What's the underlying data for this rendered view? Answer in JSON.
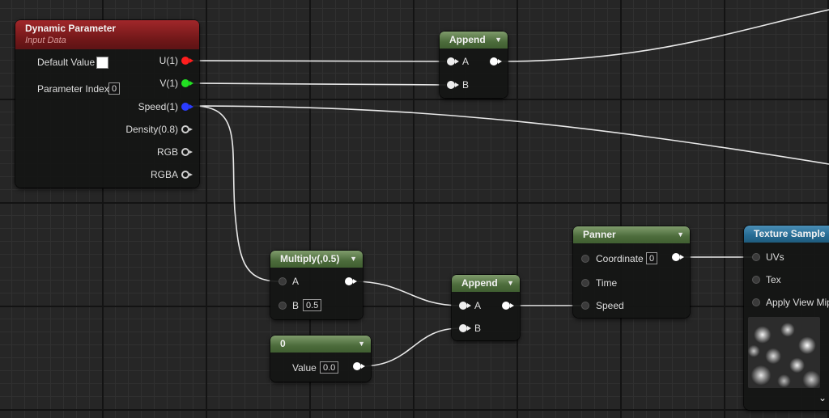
{
  "dynamic_parameter": {
    "title": "Dynamic Parameter",
    "subtitle": "Input Data",
    "default_value_label": "Default Value",
    "parameter_index_label": "Parameter Index",
    "parameter_index_value": "0",
    "outputs": [
      "U(1)",
      "V(1)",
      "Speed(1)",
      "Density(0.8)",
      "RGB",
      "RGBA"
    ]
  },
  "append_top": {
    "title": "Append",
    "input_a": "A",
    "input_b": "B"
  },
  "multiply": {
    "title": "Multiply(,0.5)",
    "input_a": "A",
    "input_b": "B",
    "b_value": "0.5"
  },
  "append_mid": {
    "title": "Append",
    "input_a": "A",
    "input_b": "B"
  },
  "constant": {
    "title": "0",
    "value_label": "Value",
    "value": "0.0"
  },
  "panner": {
    "title": "Panner",
    "coordinate_label": "Coordinate",
    "coordinate_value": "0",
    "time_label": "Time",
    "speed_label": "Speed"
  },
  "texture_sample": {
    "title": "Texture Sample",
    "inputs": [
      "UVs",
      "Tex",
      "Apply View MipBias"
    ]
  },
  "colors": {
    "wire": "#e8e8e8",
    "u_pin": "#ff1e1e",
    "v_pin": "#22e022",
    "speed_pin": "#2a3cff",
    "header_green": "#4c6b3b",
    "header_red": "#6f1718",
    "header_blue": "#256b93"
  }
}
